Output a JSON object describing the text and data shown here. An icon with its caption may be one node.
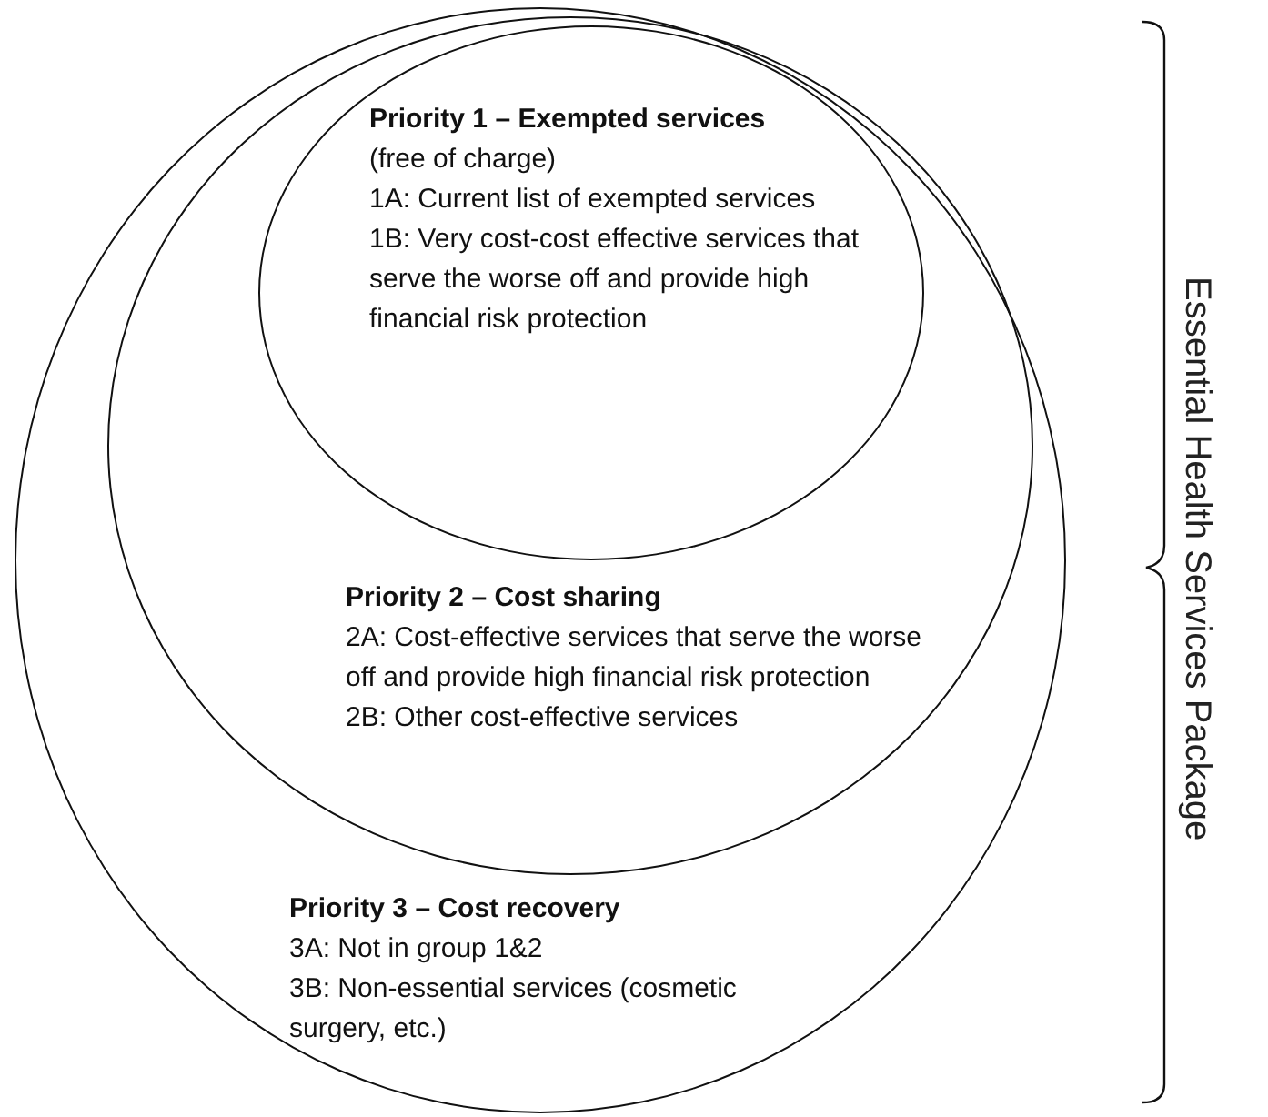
{
  "diagram": {
    "nodes": [
      {
        "text": [
          "Priority 3 – Cost recovery",
          "3A: Not in group 1&2",
          "3B: Non-essential services (cosmetic surgery, etc.)"
        ]
      },
      {
        "text": [
          "Priority 2 – Cost sharing",
          "2A: Cost-effective services that serve the worse off and provide high financial risk protection",
          "2B: Other cost-effective services"
        ],
        "in": 0
      },
      {
        "text": [
          "Priority 1 – Exempted services",
          "(free of charge)",
          "1A: Current list of exempted services",
          "1B: Very cost-cost effective services that serve the worse off and provide high financial risk protection"
        ],
        "in": 1
      }
    ],
    "edges": [],
    "labels": [
      "Essential Health Services Package"
    ]
  }
}
